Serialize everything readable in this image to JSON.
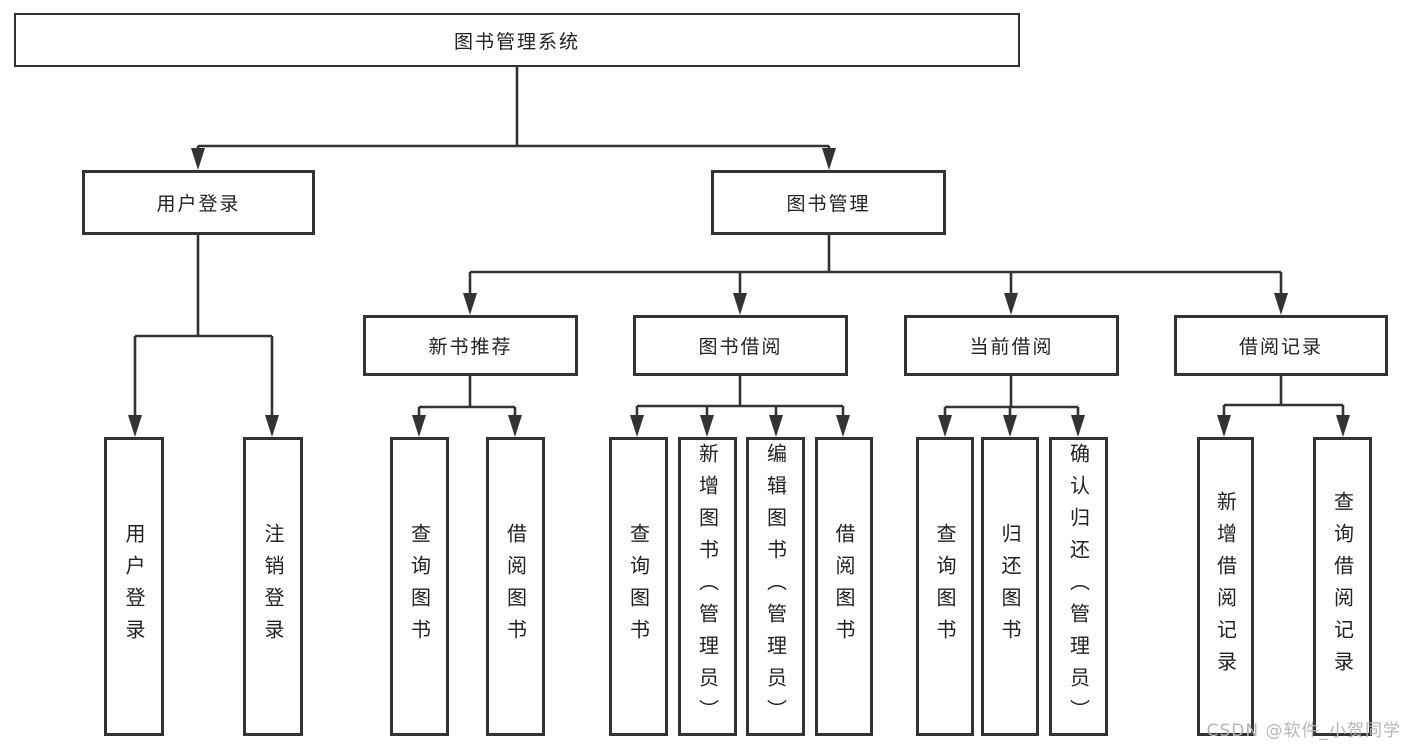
{
  "title": "图书管理系统",
  "watermark": "CSDN @软件_小贺同学",
  "level2": {
    "user_login": {
      "label": "用户登录"
    },
    "book_mgmt": {
      "label": "图书管理"
    }
  },
  "level3": {
    "new_books": {
      "label": "新书推荐"
    },
    "borrowing": {
      "label": "图书借阅"
    },
    "current": {
      "label": "当前借阅"
    },
    "history": {
      "label": "借阅记录"
    }
  },
  "leaves": {
    "user_login_leaf": "用户登录",
    "logout": "注销登录",
    "nb_query": "查询图书",
    "nb_borrow": "借阅图书",
    "bb_query": "查询图书",
    "bb_add": "新增图书（管理员）",
    "bb_edit": "编辑图书（管理员）",
    "bb_borrow": "借阅图书",
    "cb_query": "查询图书",
    "cb_return": "归还图书",
    "cb_confirm": "确认归还（管理员）",
    "hist_add": "新增借阅记录",
    "hist_query": "查询借阅记录"
  },
  "colors": {
    "line": "#333333",
    "text": "#222222",
    "watermark": "#b2b6bb"
  }
}
